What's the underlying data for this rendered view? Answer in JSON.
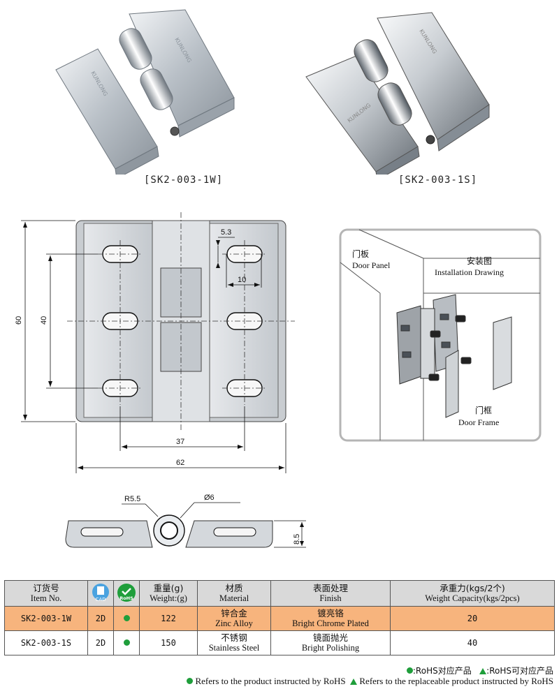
{
  "products": {
    "left_caption": "[SK2-003-1W]",
    "right_caption": "[SK2-003-1S]",
    "engraving": "KUNLONG"
  },
  "drawing": {
    "dim_60": "60",
    "dim_40": "40",
    "dim_5_3": "5.3",
    "dim_10": "10",
    "dim_37": "37",
    "dim_62": "62",
    "dim_r5_5": "R5.5",
    "dim_phi6": "Ø6",
    "dim_8_5": "8.5"
  },
  "install": {
    "door_panel_cn": "门板",
    "door_panel_en": "Door Panel",
    "title_cn": "安装图",
    "title_en": "Installation Drawing",
    "door_frame_cn": "门框",
    "door_frame_en": "Door Frame"
  },
  "table": {
    "headers": {
      "item_cn": "订货号",
      "item_en": "Item No.",
      "cad": "CAD",
      "rohs": "RoHS",
      "weight_cn": "重量(g)",
      "weight_en": "Weight:(g)",
      "material_cn": "材质",
      "material_en": "Material",
      "finish_cn": "表面处理",
      "finish_en": "Finish",
      "capacity_cn": "承重力(kgs/2个)",
      "capacity_en": "Weight Capacity(kgs/2pcs)"
    },
    "rows": [
      {
        "item": "SK2-003-1W",
        "cad": "2D",
        "weight": "122",
        "material_cn": "锌合金",
        "material_en": "Zinc Alloy",
        "finish_cn": "镀亮铬",
        "finish_en": "Bright Chrome Plated",
        "capacity": "20"
      },
      {
        "item": "SK2-003-1S",
        "cad": "2D",
        "weight": "150",
        "material_cn": "不锈钢",
        "material_en": "Stainless Steel",
        "finish_cn": "镜面抛光",
        "finish_en": "Bright Polishing",
        "capacity": "40"
      }
    ]
  },
  "legend": {
    "cn_rohs": ":RoHS对应产品",
    "cn_replace": ":RoHS可对应产品",
    "en_rohs": "Refers to the product instructed by RoHS",
    "en_replace": "Refers to the replaceable product instructed by RoHS"
  },
  "colors": {
    "rohs_green": "#1f9e3b",
    "highlight_row": "#f7b47d",
    "header_gray": "#d9d9d9",
    "cad_blue": "#4ba3e0"
  }
}
